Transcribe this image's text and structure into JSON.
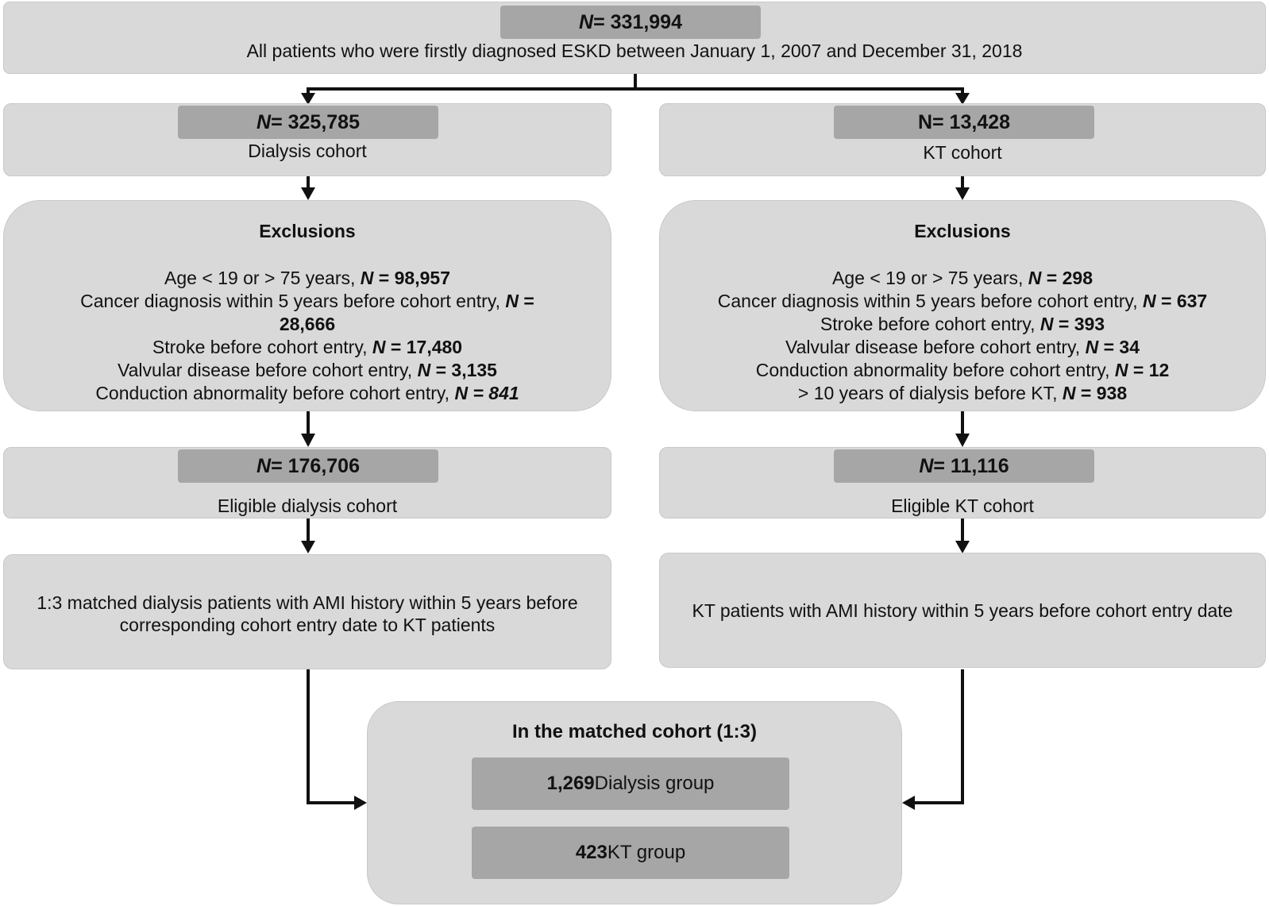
{
  "top": {
    "n_prefix": "N",
    "n_value": " = 331,994",
    "label": "All patients who were firstly diagnosed ESKD between January 1, 2007 and December 31, 2018"
  },
  "dialysis": {
    "n_prefix": "N",
    "n_value": " = 325,785",
    "label": "Dialysis cohort",
    "exclusions": {
      "title": "Exclusions",
      "items": [
        {
          "text": "Age < 19 or > 75 years, ",
          "n": "N",
          "value": " = 98,957"
        },
        {
          "text": "Cancer diagnosis within 5 years before cohort entry, ",
          "n": "N",
          "value": " =",
          "value_cont": "28,666"
        },
        {
          "text": "Stroke before cohort entry, ",
          "n": "N",
          "value": " = 17,480"
        },
        {
          "text": "Valvular disease before cohort entry, ",
          "n": "N",
          "value": " = 3,135"
        },
        {
          "text": "Conduction abnormality before cohort entry, ",
          "n": "N",
          "value": " = 841"
        }
      ]
    },
    "eligible": {
      "n_prefix": "N",
      "n_value": " = 176,706",
      "label": "Eligible dialysis cohort"
    },
    "matched_text": "1:3 matched dialysis patients with AMI history within 5 years before corresponding cohort entry date to KT patients"
  },
  "kt": {
    "n_prefix": "N",
    "n_value": " = 13,428",
    "label": "KT cohort",
    "exclusions": {
      "title": "Exclusions",
      "items": [
        {
          "text": "Age < 19 or > 75 years, ",
          "n": "N",
          "value": " = 298"
        },
        {
          "text": "Cancer diagnosis within 5 years before cohort entry, ",
          "n": "N",
          "value": " = 637"
        },
        {
          "text": "Stroke before cohort entry, ",
          "n": "N",
          "value": " = 393"
        },
        {
          "text": "Valvular disease before cohort entry, ",
          "n": "N",
          "value": " = 34"
        },
        {
          "text": "Conduction abnormality before cohort entry, ",
          "n": "N",
          "value": " = 12"
        },
        {
          "text": "> 10 years of dialysis before KT, ",
          "n": "N",
          "value": " = 938"
        }
      ]
    },
    "eligible": {
      "n_prefix": "N",
      "n_value": " = 11,116",
      "label": "Eligible KT cohort"
    },
    "matched_text": "KT patients with AMI history within 5 years before cohort entry date"
  },
  "matched": {
    "title": "In the matched cohort (1:3)",
    "dialysis_count": "1,269",
    "dialysis_label": " Dialysis group",
    "kt_count": "423",
    "kt_label": " KT group"
  }
}
